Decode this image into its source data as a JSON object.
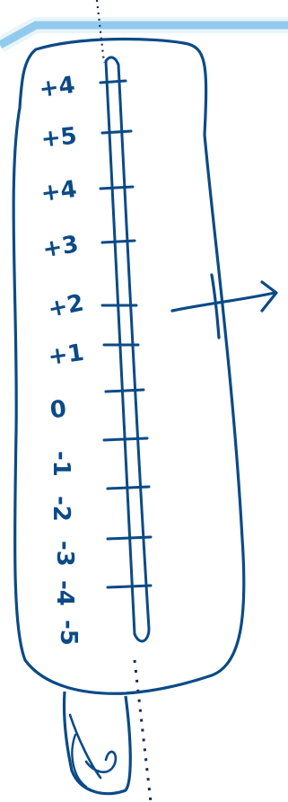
{
  "sketch": {
    "stroke_color": "#0b4a87",
    "accent_color": "#4da7e0",
    "tick_labels": [
      "+4",
      "+5",
      "+4",
      "+3",
      "+2",
      "+1",
      "0",
      "-1",
      "-2",
      "-3",
      "-4",
      "-5"
    ]
  }
}
